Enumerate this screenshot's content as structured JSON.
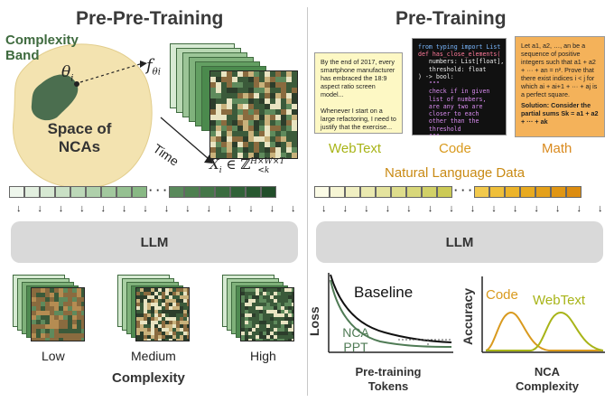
{
  "left": {
    "title": "Pre-Pre-Training",
    "complexity_band_label": "Complexity Band",
    "space_label": "Space of NCAs",
    "theta_label": "θ",
    "theta_sub": "i",
    "f_label": "f",
    "f_sub": "θi",
    "time_label": "Time",
    "x_label": "X",
    "x_sub": "i",
    "x_in": "∈ ℤ",
    "x_sup": "H×W×T",
    "x_subz": "<k",
    "llm_label": "LLM",
    "complexity_levels": [
      "Low",
      "Medium",
      "High"
    ],
    "complexity_title": "Complexity",
    "ellipsis": "· · ·"
  },
  "right": {
    "title": "Pre-Training",
    "webtext_doc": "By the end of 2017, every smartphone manufacturer has embraced the 18:9 aspect ratio screen model...\n\nWhenever I start on a large refactoring, I need to justify that the exercise...",
    "code_doc_lines": [
      "from typing import List",
      "def has_close_elements(",
      "   numbers: List[float],",
      "   threshold: float",
      ") -> bool:",
      "   \"\"\"",
      "   check if in given",
      "   list of numbers,",
      "   are any two are",
      "   closer to each",
      "   other than the",
      "   threshold",
      "   \"\"\""
    ],
    "math_doc": "Let a1, a2, …, an be a sequence of positive integers such that a1 + a2 + ··· + an = n². Prove that there exist indices i < j for which ai + ai+1 + ··· + aj is a perfect square.",
    "math_solution": "Solution: Consider the partial sums Sk = a1 + a2 + ··· + ak",
    "source_labels": {
      "webtext": "WebText",
      "code": "Code",
      "math": "Math"
    },
    "nl_data_label": "Natural Language Data",
    "llm_label": "LLM",
    "loss_chart": {
      "ylabel": "Loss",
      "xlabel": "Pre-training Tokens",
      "series": [
        {
          "name": "Baseline"
        },
        {
          "name": "NCA PPT"
        }
      ]
    },
    "accuracy_chart": {
      "ylabel": "Accuracy",
      "xlabel": "NCA Complexity",
      "series": [
        {
          "name": "Code"
        },
        {
          "name": "WebText"
        }
      ]
    },
    "ellipsis": "· · ·"
  },
  "colors": {
    "green_dark": "#2f5a3a",
    "green_mid": "#6e9a72",
    "green_light": "#cfe3c9",
    "code_orange": "#d99a1e",
    "webtext_olive": "#a8b418",
    "math_orange": "#f4b25a",
    "blob": "#f3e3b0"
  }
}
